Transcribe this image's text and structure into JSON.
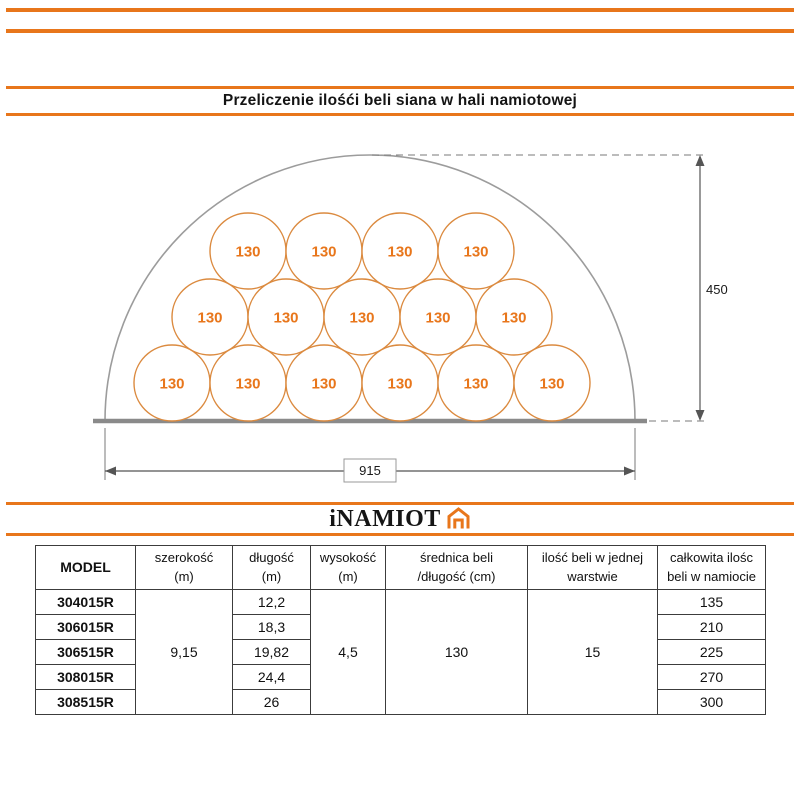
{
  "colors": {
    "accent_orange": "#E8761B"
  },
  "header": {
    "title": "Przeliczenie ilośći beli siana w hali namiotowej"
  },
  "diagram": {
    "bale_label": "130",
    "bale_rows_top_to_bottom": [
      4,
      5,
      6
    ],
    "height_dimension": "450",
    "width_dimension": "915"
  },
  "logo": {
    "text": "iNAMIOT",
    "icon": "tent-house-icon"
  },
  "table": {
    "headers": {
      "model": "MODEL",
      "szerokosc": [
        "szerokość",
        "(m)"
      ],
      "dlugosc": [
        "długość",
        "(m)"
      ],
      "wysokosc": [
        "wysokość",
        "(m)"
      ],
      "srednica": [
        "średnica beli",
        "/długość (cm)"
      ],
      "ilosc": [
        "ilość beli w jednej",
        "warstwie"
      ],
      "calkowita": [
        "całkowita ilośc",
        "beli w namiocie"
      ]
    },
    "shared": {
      "szerokosc": "9,15",
      "wysokosc": "4,5",
      "srednica": "130",
      "ilosc": "15"
    },
    "rows": [
      {
        "model": "304015R",
        "dlugosc": "12,2",
        "calkowita": "135"
      },
      {
        "model": "306015R",
        "dlugosc": "18,3",
        "calkowita": "210"
      },
      {
        "model": "306515R",
        "dlugosc": "19,82",
        "calkowita": "225"
      },
      {
        "model": "308015R",
        "dlugosc": "24,4",
        "calkowita": "270"
      },
      {
        "model": "308515R",
        "dlugosc": "26",
        "calkowita": "300"
      }
    ]
  }
}
